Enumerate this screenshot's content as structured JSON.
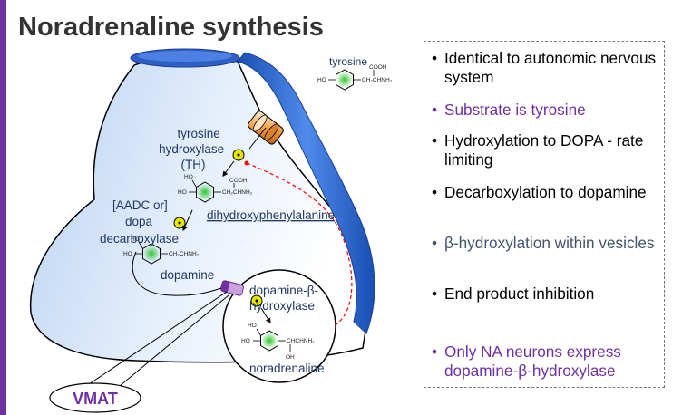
{
  "title": "Noradrenaline synthesis",
  "diagram": {
    "tyrosine": "tyrosine",
    "enzyme_th": [
      "tyrosine",
      "hydroxylase",
      "(TH)"
    ],
    "dopa_name": "dihydroxyphenylalanine",
    "enzyme_aadc": [
      "[AADC or]",
      "dopa",
      "decarboxylase"
    ],
    "dopamine": "dopamine",
    "enzyme_dbh": [
      "dopamine-β-",
      "hydroxylase"
    ],
    "noradrenaline": "noradrenaline",
    "vmat": "VMAT",
    "chem": {
      "ho": "HO",
      "cooh": "COOH",
      "side_tyr": "CH₂CHNH₂",
      "side_dopa": "CH₂CHNH₂",
      "side_da": "CH₂CHNH₂",
      "side_na": "CHCHNH₂",
      "oh": "OH"
    }
  },
  "points": [
    {
      "text": "Identical to autonomic nervous system",
      "color": "#000000"
    },
    {
      "text": "Substrate is tyrosine",
      "color": "#7030a0"
    },
    {
      "text": "Hydroxylation to DOPA - rate limiting",
      "color": "#000000"
    },
    {
      "text": "Decarboxylation to dopamine",
      "color": "#000000"
    },
    {
      "text": "β-hydroxylation within vesicles",
      "color": "#44546a"
    },
    {
      "text": "End product inhibition",
      "color": "#000000"
    },
    {
      "text": "Only NA neurons express dopamine-β-hydroxylase",
      "color": "#7030a0"
    }
  ],
  "bullet_char": "•",
  "colors": {
    "accent": "#7030a0",
    "label": "#1f3864",
    "neuron_fill": "#dbe9fb",
    "channel_blue": "#2e6fd8"
  }
}
